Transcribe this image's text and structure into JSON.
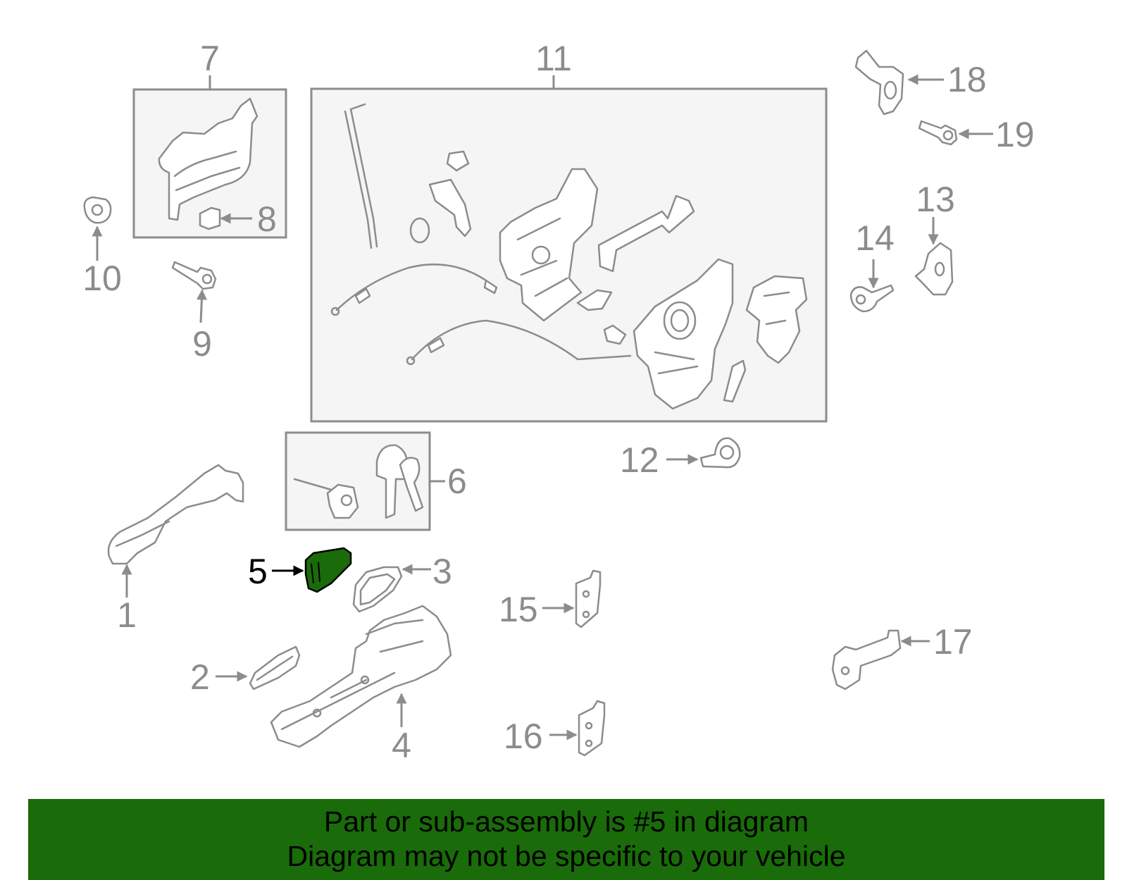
{
  "diagram": {
    "highlight_color": "#1a6b0a",
    "callouts": [
      "1",
      "2",
      "3",
      "4",
      "5",
      "6",
      "7",
      "8",
      "9",
      "10",
      "11",
      "12",
      "13",
      "14",
      "15",
      "16",
      "17",
      "18",
      "19"
    ],
    "highlighted_part": "5"
  },
  "footer": {
    "line1": "Part or sub-assembly is #5 in diagram",
    "line2": "Diagram may not be specific to your vehicle",
    "background": "#1a6b0a"
  }
}
